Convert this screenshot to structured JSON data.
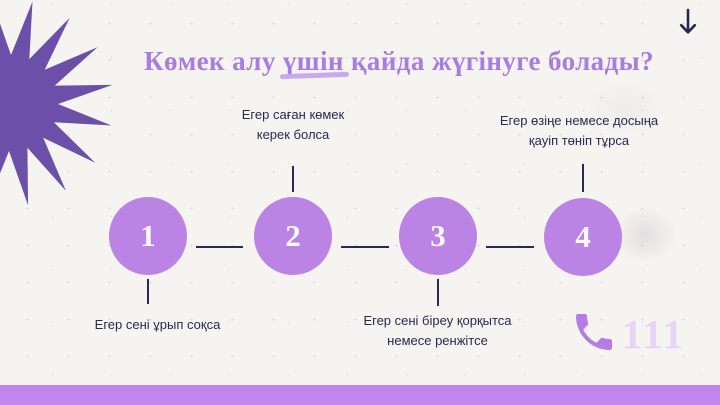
{
  "slide": {
    "title": {
      "pre": "Көмек алу ",
      "underlined": "үшін",
      "post": " қайда жүгінуге болады?"
    },
    "timeline": {
      "steps": [
        {
          "number": "1",
          "lines": [
            "Егер сені ұрып соқса"
          ]
        },
        {
          "number": "2",
          "lines": [
            "Егер саған көмек",
            "керек болса"
          ]
        },
        {
          "number": "3",
          "lines": [
            "Егер сені біреу қорқытса",
            "немесе ренжітсе"
          ]
        },
        {
          "number": "4",
          "lines": [
            "Егер өзіңе немесе досыңа",
            "қауіп төніп тұрса"
          ]
        }
      ]
    },
    "hotline": {
      "number": "111",
      "icon": "phone-icon"
    },
    "decor": {
      "top_left_shape": "starburst",
      "top_right_icon": "down-arrow-icon"
    },
    "colors": {
      "background": "#f6f4f1",
      "title": "#a87ce0",
      "title_underline": "#c7a5ec",
      "circle": "#bb83e3",
      "circle_number": "#fdfbff",
      "body_text": "#252a52",
      "connector": "#2a2a4e",
      "starburst": "#6b4fa8",
      "bottom_bar": "#c185ee",
      "phone_icon": "#b57ce4",
      "hotline_number": "#e7d5f8",
      "arrow": "#232850"
    }
  }
}
